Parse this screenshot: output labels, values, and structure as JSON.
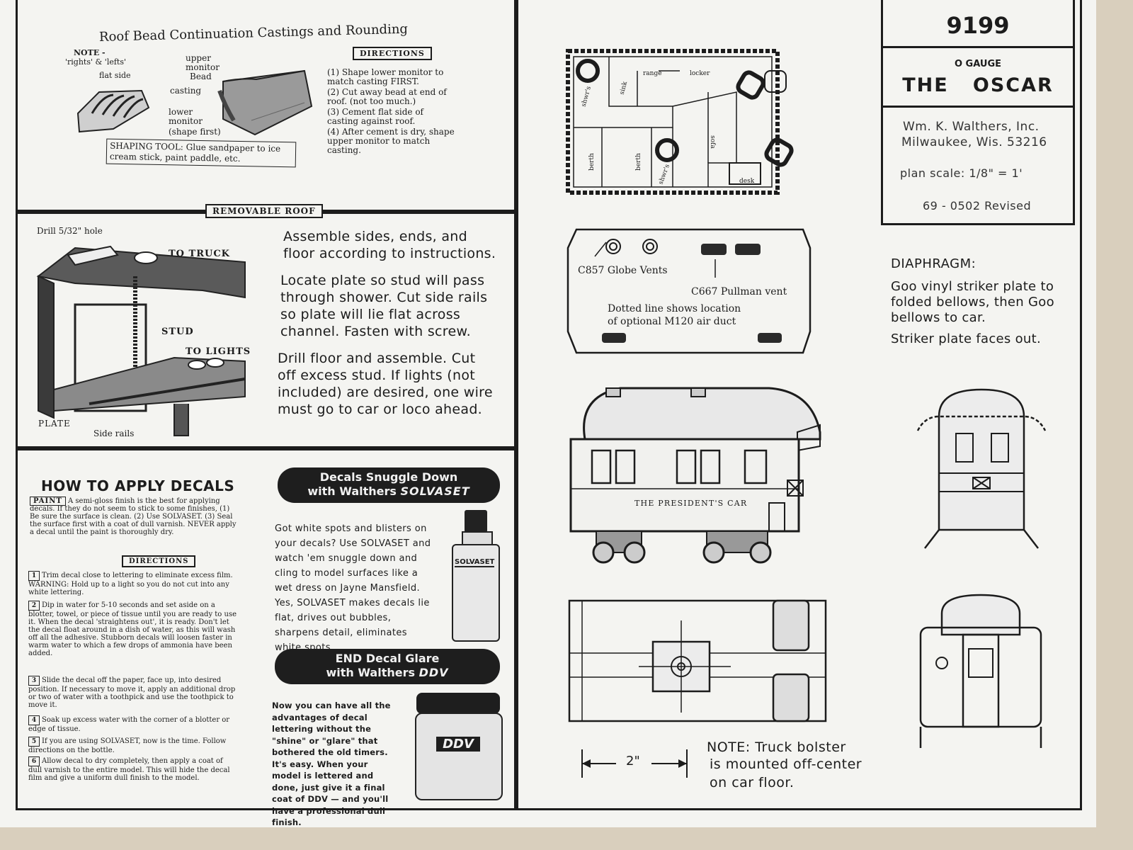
{
  "roof_bead": {
    "title": "Roof Bead Continuation Castings and Rounding",
    "note_label": "NOTE -",
    "note_line": "'rights' & 'lefts'",
    "flat_side": "flat side",
    "upper_monitor": "upper monitor",
    "bead": "Bead",
    "casting": "casting",
    "lower_monitor": "lower monitor",
    "shape_first": "(shape first)",
    "shaping_tool": "SHAPING TOOL: Glue sandpaper to ice cream stick, paint paddle, etc.",
    "directions_label": "DIRECTIONS",
    "directions": [
      "(1) Shape lower monitor to match casting FIRST.",
      "(2) Cut away bead at end of roof. (not too much.)",
      "(3) Cement flat side of casting against roof.",
      "(4) After cement is dry, shape upper monitor to match casting."
    ]
  },
  "removable_roof": {
    "label": "REMOVABLE ROOF",
    "drill": "Drill 5/32\" hole",
    "to_truck": "TO TRUCK",
    "stud": "STUD",
    "to_lights": "TO LIGHTS",
    "plate": "PLATE",
    "side_rails": "Side rails",
    "para1": "Assemble sides, ends, and floor according to instructions.",
    "para2": "Locate plate so stud will pass through shower. Cut side rails so plate will lie flat across channel. Fasten with screw.",
    "para3": "Drill floor and assemble. Cut off excess stud. If lights (not included) are desired, one wire must go to car or loco ahead."
  },
  "decals": {
    "title": "HOW TO APPLY DECALS",
    "paint_label": "PAINT",
    "paint_text": "A semi-gloss finish is the best for applying decals. If they do not seem to stick to some finishes, (1) Be sure the surface is clean. (2) Use SOLVASET. (3) Seal the surface first with a coat of dull varnish. NEVER apply a decal until the paint is thoroughly dry.",
    "directions_label": "DIRECTIONS",
    "steps": [
      {
        "n": "1",
        "text": "Trim decal close to lettering to eliminate excess film. WARNING: Hold up to a light so you do not cut into any white lettering."
      },
      {
        "n": "2",
        "text": "Dip in water for 5-10 seconds and set aside on a blotter, towel, or piece of tissue until you are ready to use it. When the decal 'straightens out', it is ready. Don't let the decal float around in a dish of water, as this will wash off all the adhesive. Stubborn decals will loosen faster in warm water to which a few drops of ammonia have been added."
      },
      {
        "n": "3",
        "text": "Slide the decal off the paper, face up, into desired position. If necessary to move it, apply an additional drop or two of water with a toothpick and use the toothpick to move it."
      },
      {
        "n": "4",
        "text": "Soak up excess water with the corner of a blotter or edge of tissue."
      },
      {
        "n": "5",
        "text": "If you are using SOLVASET, now is the time. Follow directions on the bottle."
      },
      {
        "n": "6",
        "text": "Allow decal to dry completely, then apply a coat of dull varnish to the entire model. This will hide the decal film and give a uniform dull finish to the model."
      }
    ]
  },
  "solvaset": {
    "line1": "Decals Snuggle Down",
    "line2a": "with Walthers ",
    "line2b": "SOLVASET",
    "body": "Got white spots and blisters on your decals? Use SOLVASET and watch 'em snuggle down and cling to model surfaces like a wet dress on Jayne Mansfield. Yes, SOLVASET makes decals lie flat, drives out bubbles, sharpens detail, eliminates white spots.",
    "bottle_label": "SOLVASET"
  },
  "ddv": {
    "line1": "END Decal Glare",
    "line2a": "with Walthers ",
    "line2b": "DDV",
    "body": "Now you can have all the advantages of decal lettering without the \"shine\" or \"glare\" that bothered the old timers. It's easy. When your model is lettered and done, just give it a final coat of DDV — and you'll have a professional dull finish.",
    "jar_label": "DDV"
  },
  "floorplan": {
    "shwr1": "shwr's",
    "sink": "sink",
    "range": "range",
    "locker": "locker",
    "berth1": "berth",
    "berth2": "berth",
    "shwr2": "shwr's",
    "sofa": "sofa",
    "desk": "desk"
  },
  "roof_view": {
    "globe_vents": "C857 Globe Vents",
    "pullman_vent": "C667 Pullman vent",
    "dotted1": "Dotted line shows location",
    "dotted2": "of optional M120 air duct"
  },
  "car": {
    "lettering": "THE PRESIDENT'S CAR"
  },
  "underframe": {
    "dim": "2\"",
    "note1": "NOTE: Truck bolster",
    "note2": "is mounted off-center",
    "note3": "on car floor."
  },
  "title_block": {
    "number": "9199",
    "gauge": "O GAUGE",
    "name": "THE   OSCAR",
    "maker1": "Wm. K. Walthers, Inc.",
    "maker2": "Milwaukee, Wis. 53216",
    "scale": "plan scale: 1/8\" = 1'",
    "revision": "69 - 0502 Revised"
  },
  "diaphragm": {
    "title": "DIAPHRAGM:",
    "text1": "Goo vinyl striker plate to folded bellows, then Goo bellows to car.",
    "text2": "Striker plate faces out."
  }
}
